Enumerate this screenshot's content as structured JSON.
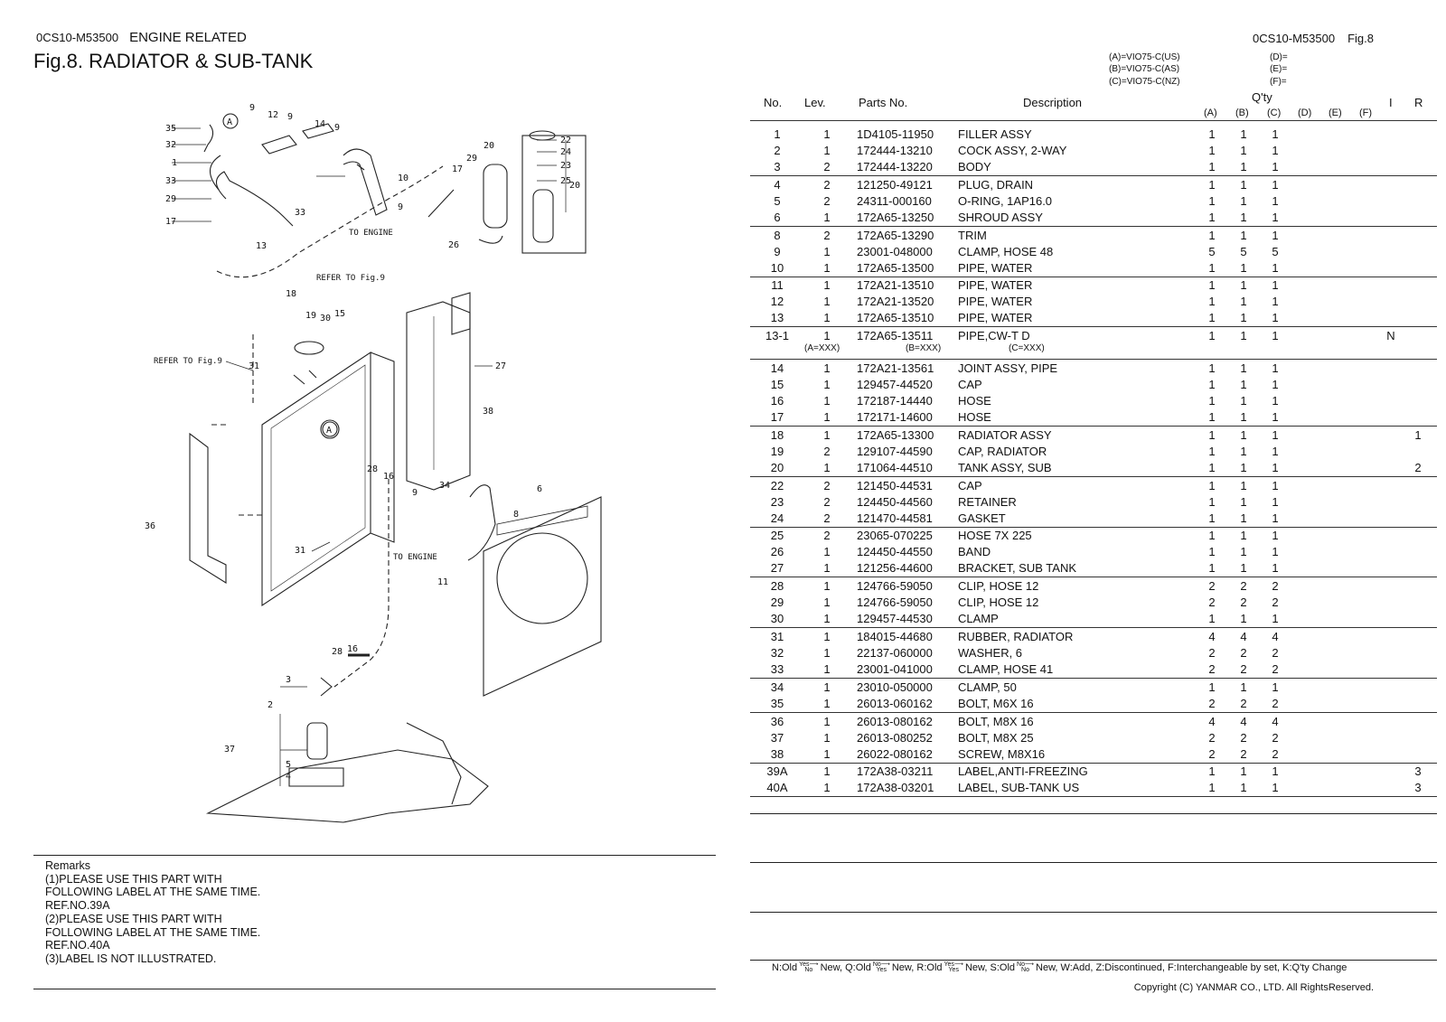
{
  "header": {
    "code_left": "0CS10-M53500",
    "section": "ENGINE RELATED",
    "fig_title": "Fig.8.  RADIATOR & SUB-TANK",
    "code_right": "0CS10-M53500",
    "fig_ref": "Fig.8"
  },
  "models": [
    "(A)=VIO75-C(US)",
    "(B)=VIO75-C(AS)",
    "(C)=VIO75-C(NZ)"
  ],
  "models_extra": [
    "(D)=",
    "(E)=",
    "(F)="
  ],
  "table_header": {
    "no": "No.",
    "lev": "Lev.",
    "parts_no": "Parts No.",
    "description": "Description",
    "qty": "Q'ty",
    "a": "(A)",
    "b": "(B)",
    "c": "(C)",
    "d": "(D)",
    "e": "(E)",
    "f": "(F)",
    "i": "I",
    "r": "R"
  },
  "parts": [
    {
      "no": "1",
      "lev": "1",
      "pn": "1D4105-11950",
      "desc": "FILLER ASSY",
      "a": "1",
      "b": "1",
      "c": "1",
      "i": "",
      "r": ""
    },
    {
      "no": "2",
      "lev": "1",
      "pn": "172444-13210",
      "desc": "COCK ASSY, 2-WAY",
      "a": "1",
      "b": "1",
      "c": "1",
      "i": "",
      "r": ""
    },
    {
      "no": "3",
      "lev": "2",
      "pn": "172444-13220",
      "desc": "BODY",
      "a": "1",
      "b": "1",
      "c": "1",
      "i": "",
      "r": ""
    },
    {
      "no": "4",
      "lev": "2",
      "pn": "121250-49121",
      "desc": "PLUG, DRAIN",
      "a": "1",
      "b": "1",
      "c": "1",
      "i": "",
      "r": ""
    },
    {
      "no": "5",
      "lev": "2",
      "pn": "24311-000160",
      "desc": "O-RING, 1AP16.0",
      "a": "1",
      "b": "1",
      "c": "1",
      "i": "",
      "r": ""
    },
    {
      "no": "6",
      "lev": "1",
      "pn": "172A65-13250",
      "desc": "SHROUD ASSY",
      "a": "1",
      "b": "1",
      "c": "1",
      "i": "",
      "r": ""
    },
    {
      "no": "8",
      "lev": "2",
      "pn": "172A65-13290",
      "desc": "TRIM",
      "a": "1",
      "b": "1",
      "c": "1",
      "i": "",
      "r": ""
    },
    {
      "no": "9",
      "lev": "1",
      "pn": "23001-048000",
      "desc": "CLAMP, HOSE  48",
      "a": "5",
      "b": "5",
      "c": "5",
      "i": "",
      "r": ""
    },
    {
      "no": "10",
      "lev": "1",
      "pn": "172A65-13500",
      "desc": "PIPE, WATER",
      "a": "1",
      "b": "1",
      "c": "1",
      "i": "",
      "r": ""
    },
    {
      "no": "11",
      "lev": "1",
      "pn": "172A21-13510",
      "desc": "PIPE, WATER",
      "a": "1",
      "b": "1",
      "c": "1",
      "i": "",
      "r": ""
    },
    {
      "no": "12",
      "lev": "1",
      "pn": "172A21-13520",
      "desc": "PIPE, WATER",
      "a": "1",
      "b": "1",
      "c": "1",
      "i": "",
      "r": ""
    },
    {
      "no": "13",
      "lev": "1",
      "pn": "172A65-13510",
      "desc": "PIPE, WATER",
      "a": "1",
      "b": "1",
      "c": "1",
      "i": "",
      "r": ""
    },
    {
      "no": "13-1",
      "lev": "1",
      "pn": "172A65-13511",
      "desc": "PIPE,CW-T D",
      "a": "1",
      "b": "1",
      "c": "1",
      "i": "N",
      "r": ""
    },
    {
      "no": "14",
      "lev": "1",
      "pn": "172A21-13561",
      "desc": "JOINT ASSY, PIPE",
      "a": "1",
      "b": "1",
      "c": "1",
      "i": "",
      "r": ""
    },
    {
      "no": "15",
      "lev": "1",
      "pn": "129457-44520",
      "desc": "CAP",
      "a": "1",
      "b": "1",
      "c": "1",
      "i": "",
      "r": ""
    },
    {
      "no": "16",
      "lev": "1",
      "pn": "172187-14440",
      "desc": "HOSE",
      "a": "1",
      "b": "1",
      "c": "1",
      "i": "",
      "r": ""
    },
    {
      "no": "17",
      "lev": "1",
      "pn": "172171-14600",
      "desc": "HOSE",
      "a": "1",
      "b": "1",
      "c": "1",
      "i": "",
      "r": ""
    },
    {
      "no": "18",
      "lev": "1",
      "pn": "172A65-13300",
      "desc": "RADIATOR ASSY",
      "a": "1",
      "b": "1",
      "c": "1",
      "i": "",
      "r": "1"
    },
    {
      "no": "19",
      "lev": "2",
      "pn": "129107-44590",
      "desc": "CAP, RADIATOR",
      "a": "1",
      "b": "1",
      "c": "1",
      "i": "",
      "r": ""
    },
    {
      "no": "20",
      "lev": "1",
      "pn": "171064-44510",
      "desc": "TANK ASSY, SUB",
      "a": "1",
      "b": "1",
      "c": "1",
      "i": "",
      "r": "2"
    },
    {
      "no": "22",
      "lev": "2",
      "pn": "121450-44531",
      "desc": "CAP",
      "a": "1",
      "b": "1",
      "c": "1",
      "i": "",
      "r": ""
    },
    {
      "no": "23",
      "lev": "2",
      "pn": "124450-44560",
      "desc": "RETAINER",
      "a": "1",
      "b": "1",
      "c": "1",
      "i": "",
      "r": ""
    },
    {
      "no": "24",
      "lev": "2",
      "pn": "121470-44581",
      "desc": "GASKET",
      "a": "1",
      "b": "1",
      "c": "1",
      "i": "",
      "r": ""
    },
    {
      "no": "25",
      "lev": "2",
      "pn": "23065-070225",
      "desc": "HOSE 7X 225",
      "a": "1",
      "b": "1",
      "c": "1",
      "i": "",
      "r": ""
    },
    {
      "no": "26",
      "lev": "1",
      "pn": "124450-44550",
      "desc": "BAND",
      "a": "1",
      "b": "1",
      "c": "1",
      "i": "",
      "r": ""
    },
    {
      "no": "27",
      "lev": "1",
      "pn": "121256-44600",
      "desc": "BRACKET, SUB TANK",
      "a": "1",
      "b": "1",
      "c": "1",
      "i": "",
      "r": ""
    },
    {
      "no": "28",
      "lev": "1",
      "pn": "124766-59050",
      "desc": "CLIP, HOSE 12",
      "a": "2",
      "b": "2",
      "c": "2",
      "i": "",
      "r": ""
    },
    {
      "no": "29",
      "lev": "1",
      "pn": "124766-59050",
      "desc": "CLIP, HOSE 12",
      "a": "2",
      "b": "2",
      "c": "2",
      "i": "",
      "r": ""
    },
    {
      "no": "30",
      "lev": "1",
      "pn": "129457-44530",
      "desc": "CLAMP",
      "a": "1",
      "b": "1",
      "c": "1",
      "i": "",
      "r": ""
    },
    {
      "no": "31",
      "lev": "1",
      "pn": "184015-44680",
      "desc": "RUBBER, RADIATOR",
      "a": "4",
      "b": "4",
      "c": "4",
      "i": "",
      "r": ""
    },
    {
      "no": "32",
      "lev": "1",
      "pn": "22137-060000",
      "desc": "WASHER,  6",
      "a": "2",
      "b": "2",
      "c": "2",
      "i": "",
      "r": ""
    },
    {
      "no": "33",
      "lev": "1",
      "pn": "23001-041000",
      "desc": "CLAMP, HOSE  41",
      "a": "2",
      "b": "2",
      "c": "2",
      "i": "",
      "r": ""
    },
    {
      "no": "34",
      "lev": "1",
      "pn": "23010-050000",
      "desc": "CLAMP,  50",
      "a": "1",
      "b": "1",
      "c": "1",
      "i": "",
      "r": ""
    },
    {
      "no": "35",
      "lev": "1",
      "pn": "26013-060162",
      "desc": "BOLT, M6X 16",
      "a": "2",
      "b": "2",
      "c": "2",
      "i": "",
      "r": ""
    },
    {
      "no": "36",
      "lev": "1",
      "pn": "26013-080162",
      "desc": "BOLT, M8X 16",
      "a": "4",
      "b": "4",
      "c": "4",
      "i": "",
      "r": ""
    },
    {
      "no": "37",
      "lev": "1",
      "pn": "26013-080252",
      "desc": "BOLT, M8X 25",
      "a": "2",
      "b": "2",
      "c": "2",
      "i": "",
      "r": ""
    },
    {
      "no": "38",
      "lev": "1",
      "pn": "26022-080162",
      "desc": "SCREW, M8X16",
      "a": "2",
      "b": "2",
      "c": "2",
      "i": "",
      "r": ""
    },
    {
      "no": "39A",
      "lev": "1",
      "pn": "172A38-03211",
      "desc": "LABEL,ANTI-FREEZING",
      "a": "1",
      "b": "1",
      "c": "1",
      "i": "",
      "r": "3"
    },
    {
      "no": "40A",
      "lev": "1",
      "pn": "172A38-03201",
      "desc": "LABEL, SUB-TANK US",
      "a": "1",
      "b": "1",
      "c": "1",
      "i": "",
      "r": "3"
    }
  ],
  "subnotes": [
    "(A=XXX)",
    "(B=XXX)",
    "(C=XXX)"
  ],
  "remarks": [
    "Remarks",
    "(1)PLEASE USE THIS PART WITH",
    "FOLLOWING LABEL AT THE SAME TIME.",
    "REF.NO.39A",
    "(2)PLEASE USE THIS PART WITH",
    "FOLLOWING LABEL AT THE SAME TIME.",
    "REF.NO.40A",
    "(3)LABEL IS NOT ILLUSTRATED."
  ],
  "legend": {
    "n_old": "N:Old",
    "new1": "New,",
    "q_old": "Q:Old",
    "new2": "New,",
    "r_old": "R:Old",
    "new3": "New,",
    "s_old": "S:Old",
    "tail": "New, W:Add, Z:Discontinued, F:Interchangeable by set, K:Q'ty Change",
    "yes": "Yes",
    "no": "No"
  },
  "copyright": "Copyright (C)  YANMAR CO., LTD. All RightsReserved.",
  "diagram": {
    "callouts": [
      "35",
      "32",
      "1",
      "33",
      "29",
      "17",
      "9",
      "12",
      "9",
      "14",
      "9",
      "10",
      "9",
      "13",
      "33",
      "20",
      "22",
      "24",
      "23",
      "25",
      "20",
      "17",
      "29",
      "26",
      "18",
      "19",
      "30",
      "15",
      "27",
      "38",
      "31",
      "28",
      "16",
      "9",
      "34",
      "6",
      "8",
      "36",
      "31",
      "11",
      "28",
      "16",
      "3",
      "2",
      "37",
      "5",
      "4"
    ],
    "text_to_engine_1": "TO ENGINE",
    "text_to_engine_2": "TO ENGINE",
    "text_refer_1": "REFER TO Fig.9",
    "text_refer_2": "REFER TO Fig.9",
    "marker_a": "A"
  }
}
